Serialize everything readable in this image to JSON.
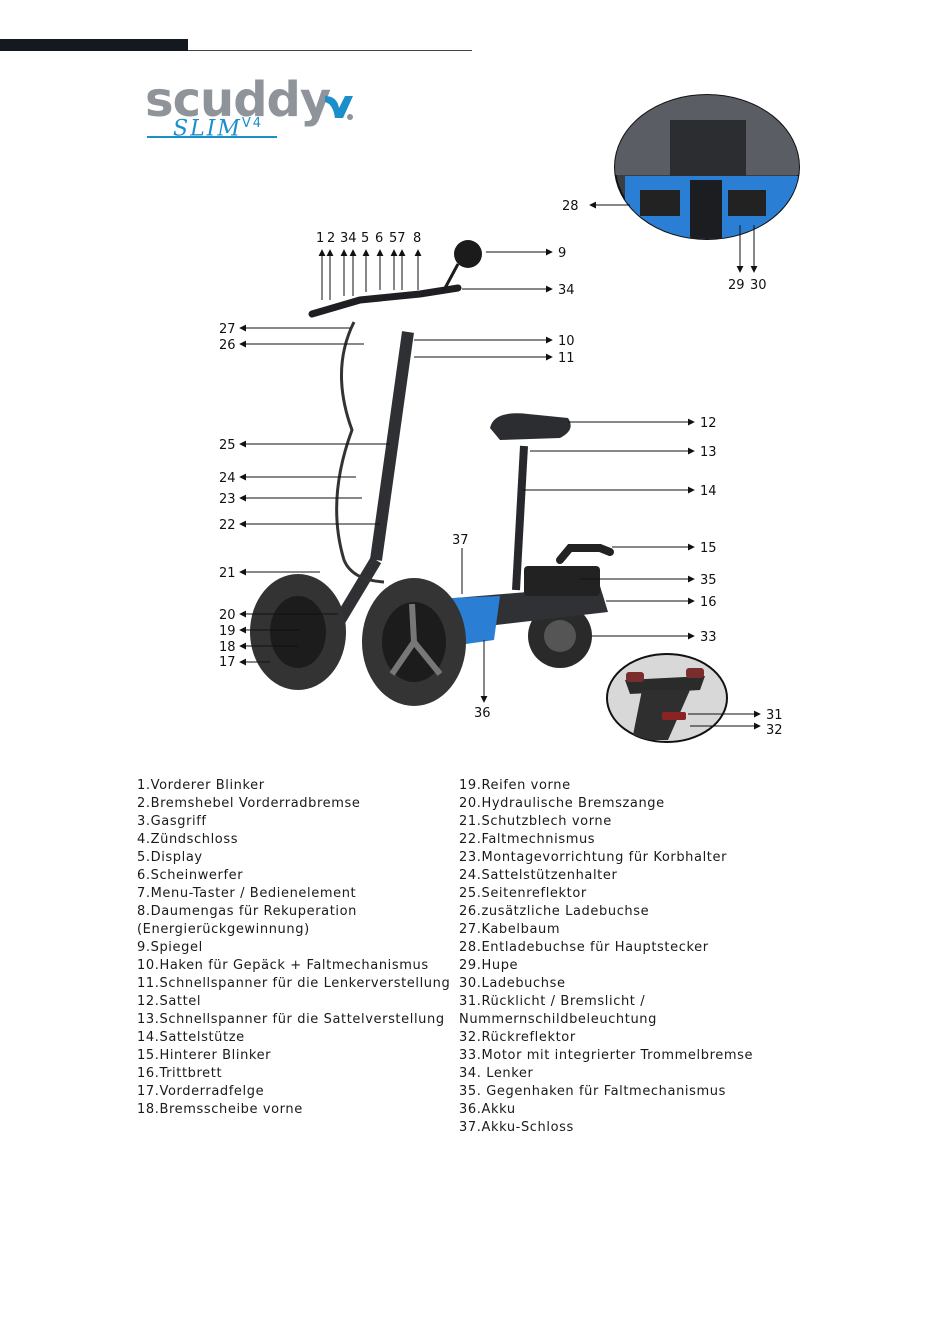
{
  "logo": {
    "brand": "scuddy",
    "model": "SLIM",
    "version": "V4",
    "colors": {
      "grey": "#8e949a",
      "blue": "#1b8fc9"
    }
  },
  "callouts": {
    "top": [
      "1",
      "2",
      "34",
      "5",
      "6",
      "57",
      "8"
    ],
    "right": [
      "9",
      "34",
      "10",
      "11",
      "12",
      "13",
      "14",
      "15",
      "35",
      "16",
      "33",
      "31",
      "32"
    ],
    "left": [
      "27",
      "26",
      "25",
      "24",
      "23",
      "22",
      "21",
      "20",
      "19",
      "18",
      "17"
    ],
    "bottom": [
      "36"
    ],
    "mid": [
      "37"
    ],
    "inset": [
      "28",
      "29",
      "30"
    ]
  },
  "legend_left": [
    "1.Vorderer Blinker",
    "2.Bremshebel Vorderradbremse",
    "3.Gasgriff",
    "4.Zündschloss",
    "5.Display",
    "6.Scheinwerfer",
    "7.Menu-Taster / Bedienelement",
    "8.Daumengas für Rekuperation (Energierückgewinnung)",
    "9.Spiegel",
    "10.Haken für Gepäck + Faltmechanismus",
    "11.Schnellspanner für die Lenkerverstellung",
    "12.Sattel",
    "13.Schnellspanner für die Sattelverstellung",
    "14.Sattelstütze",
    "15.Hinterer Blinker",
    "16.Trittbrett",
    "17.Vorderradfelge",
    "18.Bremsscheibe vorne"
  ],
  "legend_right": [
    "19.Reifen vorne",
    "20.Hydraulische Bremszange",
    "21.Schutzblech vorne",
    "22.Faltmechnismus",
    "23.Montagevorrichtung für Korbhalter",
    "24.Sattelstützenhalter",
    "25.Seitenreflektor",
    "26.zusätzliche Ladebuchse",
    "27.Kabelbaum",
    "28.Entladebuchse für Hauptstecker",
    "29.Hupe",
    "30.Ladebuchse",
    "31.Rücklicht / Bremslicht / Nummernschildbeleuchtung",
    "32.Rückreflektor",
    "33.Motor mit integrierter Trommelbremse",
    "34. Lenker",
    "35. Gegenhaken für Faltmechanismus",
    "36.Akku",
    "37.Akku-Schloss"
  ]
}
